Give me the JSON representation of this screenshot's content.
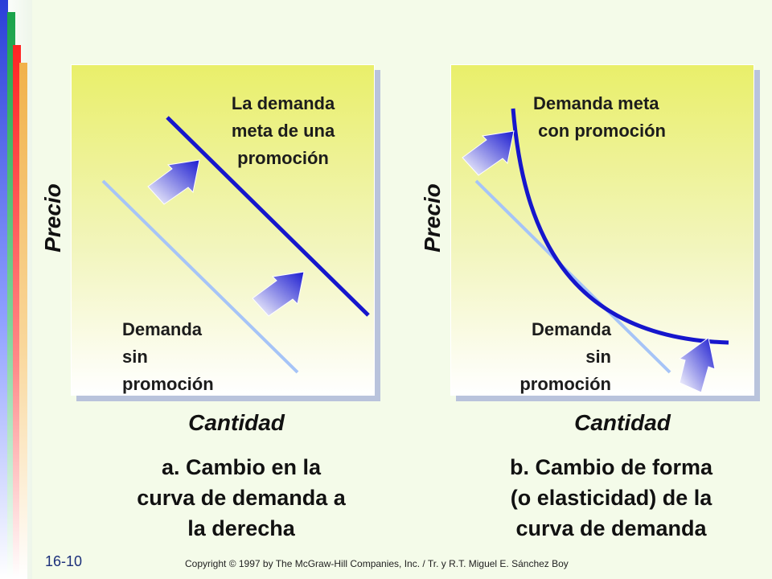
{
  "slide_number": "16-10",
  "copyright": "Copyright © 1997 by The McGraw-Hill  Companies, Inc. / Tr. y R.T.  Miguel E. Sánchez Boy",
  "panel_a": {
    "y_label": "Precio",
    "x_label": "Cantidad",
    "target_label": "La demanda\nmeta de una\npromoción",
    "base_label": "Demanda\nsin\npromoción",
    "caption": "a. Cambio en la\ncurva de demanda a\nla derecha"
  },
  "panel_b": {
    "y_label": "Precio",
    "x_label": "Cantidad",
    "target_label": "Demanda meta\n con promoción",
    "base_label": "Demanda\n   sin\npromoción",
    "caption": "b. Cambio de forma\n(o elasticidad) de la\ncurva de demanda"
  },
  "colors": {
    "base_line": "#a6c4f7",
    "target_line": "#1616cc",
    "arrow_start": "#ffffff",
    "arrow_end": "#1c1cd0"
  }
}
